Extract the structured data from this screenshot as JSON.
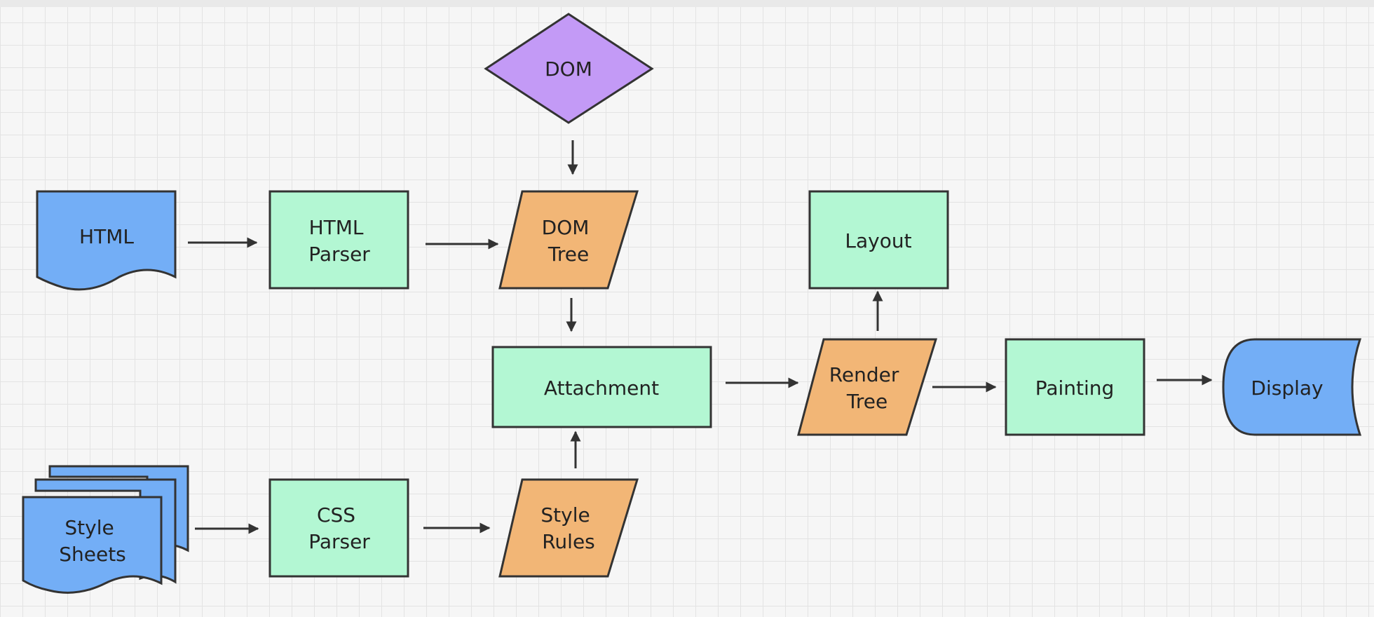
{
  "diagram": {
    "nodes": {
      "dom": "DOM",
      "html": "HTML",
      "html_parser": [
        "HTML",
        "Parser"
      ],
      "dom_tree": [
        "DOM",
        "Tree"
      ],
      "layout": "Layout",
      "attachment": "Attachment",
      "render_tree": [
        "Render",
        "Tree"
      ],
      "painting": "Painting",
      "display": "Display",
      "style_sheets": [
        "Style",
        "Sheets"
      ],
      "css_parser": [
        "CSS",
        "Parser"
      ],
      "style_rules": [
        "Style",
        "Rules"
      ]
    },
    "colors": {
      "blue": "#73aef6",
      "green": "#b3f7d3",
      "orange": "#f2b676",
      "purple": "#c39af6",
      "stroke": "#333333",
      "background": "#f6f6f6",
      "grid": "#e3e3e3"
    }
  }
}
